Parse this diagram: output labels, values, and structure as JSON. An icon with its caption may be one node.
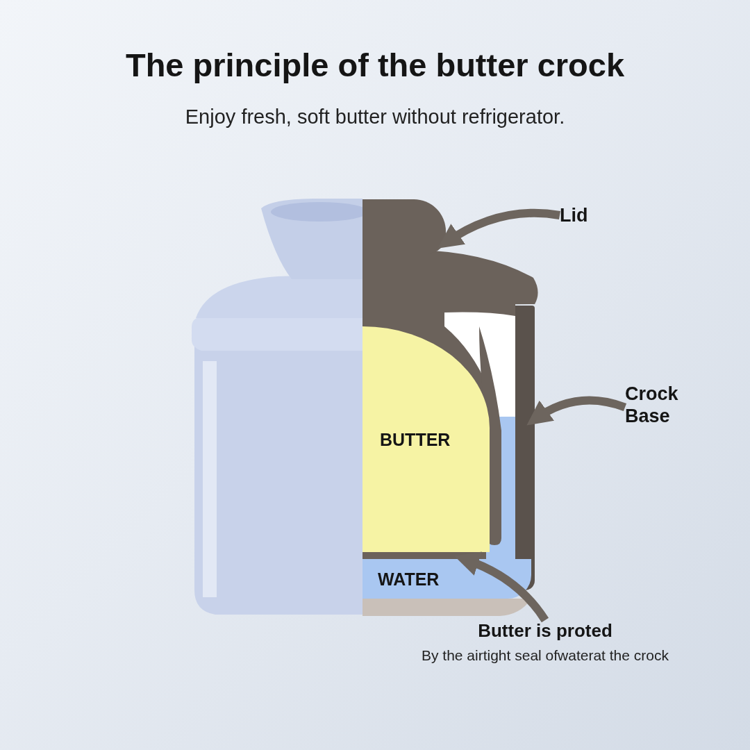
{
  "diagram": {
    "title": "The principle of the butter crock",
    "nodes": [
      {
        "text": [
          "Lid"
        ]
      },
      {
        "text": [],
        "shape": "box"
      },
      {
        "text": [
          "Crock Base"
        ]
      },
      {
        "text": [],
        "shape": "bar"
      },
      {
        "text": [
          "BUTTER"
        ]
      },
      {
        "text": [
          "WATER"
        ]
      },
      {
        "text": [
          "Butter is proted",
          "By the airtight seal ofwaterat the crock"
        ]
      }
    ],
    "edges": [
      {
        "from": 0,
        "to": 1,
        "arrow": "to"
      },
      {
        "from": 2,
        "to": 3,
        "arrow": "to"
      },
      {
        "from": 6,
        "to": 5,
        "arrow": "to"
      }
    ],
    "labels": [
      "Enjoy fresh, soft butter without refrigerator."
    ]
  }
}
